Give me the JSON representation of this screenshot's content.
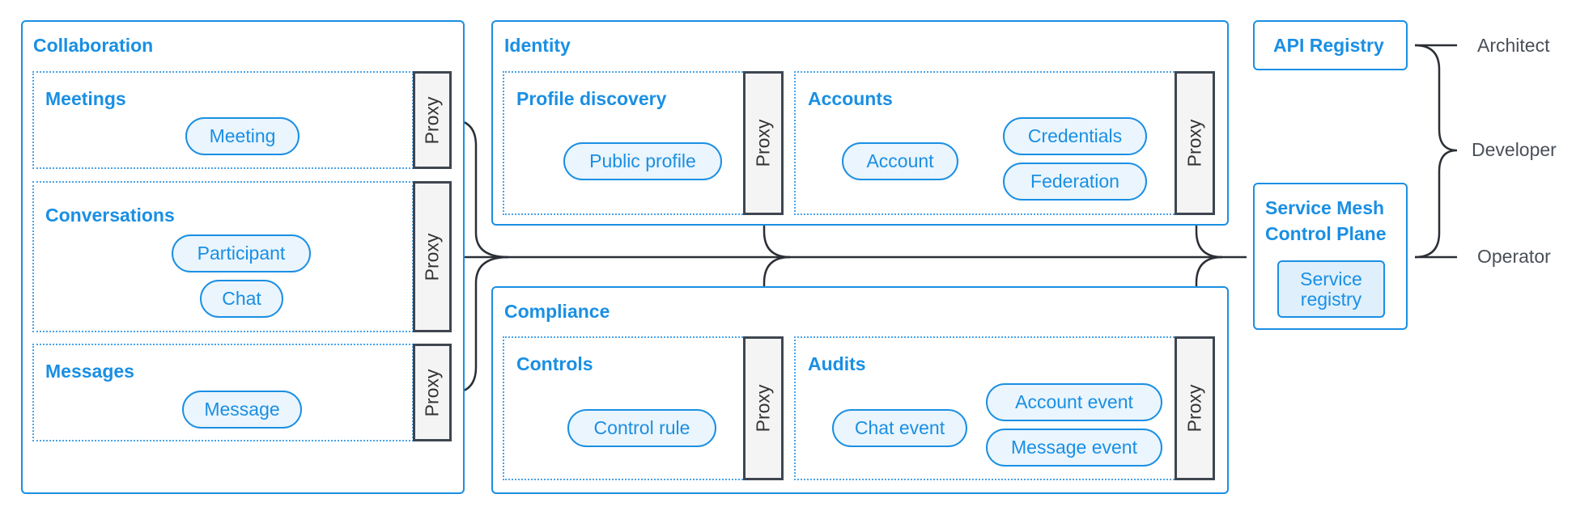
{
  "collaboration": {
    "title": "Collaboration",
    "meetings": {
      "title": "Meetings",
      "items": [
        "Meeting"
      ],
      "proxy": "Proxy"
    },
    "conversations": {
      "title": "Conversations",
      "items": [
        "Participant",
        "Chat"
      ],
      "proxy": "Proxy"
    },
    "messages": {
      "title": "Messages",
      "items": [
        "Message"
      ],
      "proxy": "Proxy"
    }
  },
  "identity": {
    "title": "Identity",
    "profile_discovery": {
      "title": "Profile discovery",
      "items": [
        "Public profile"
      ],
      "proxy": "Proxy"
    },
    "accounts": {
      "title": "Accounts",
      "items": [
        "Account",
        "Credentials",
        "Federation"
      ],
      "proxy": "Proxy"
    }
  },
  "compliance": {
    "title": "Compliance",
    "controls": {
      "title": "Controls",
      "items": [
        "Control rule"
      ],
      "proxy": "Proxy"
    },
    "audits": {
      "title": "Audits",
      "items": [
        "Chat event",
        "Account event",
        "Message event"
      ],
      "proxy": "Proxy"
    }
  },
  "api_registry": {
    "title": "API Registry"
  },
  "control_plane": {
    "title_line1": "Service Mesh",
    "title_line2": "Control Plane",
    "registry_line1": "Service",
    "registry_line2": "registry"
  },
  "roles": [
    "Architect",
    "Developer",
    "Operator"
  ],
  "colors": {
    "accent": "#1a8fe3",
    "proxy_border": "#3f4650",
    "line": "#2b2f36"
  }
}
